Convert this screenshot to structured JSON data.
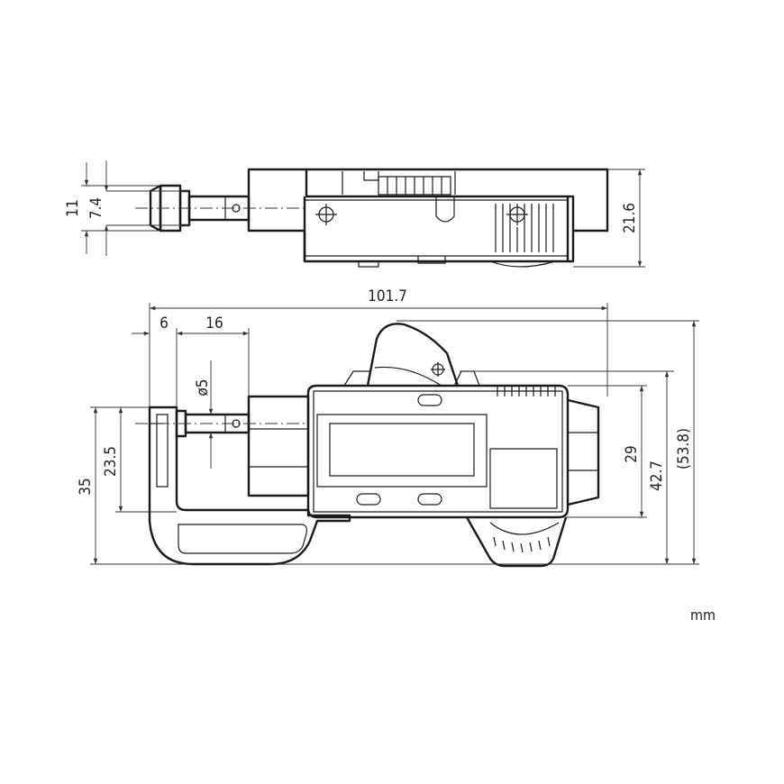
{
  "drawing": {
    "units": "mm",
    "dimensions": {
      "spindle_tip_height": "11",
      "spindle_diameter_top": "7.4",
      "body_thickness": "21.6",
      "overall_length": "101.7",
      "anvil_width": "6",
      "spindle_length": "16",
      "spindle_diameter": "ø5",
      "frame_height": "35",
      "throat_depth": "23.5",
      "display_height": "29",
      "body_height": "42.7",
      "overall_height": "(53.8)"
    }
  }
}
